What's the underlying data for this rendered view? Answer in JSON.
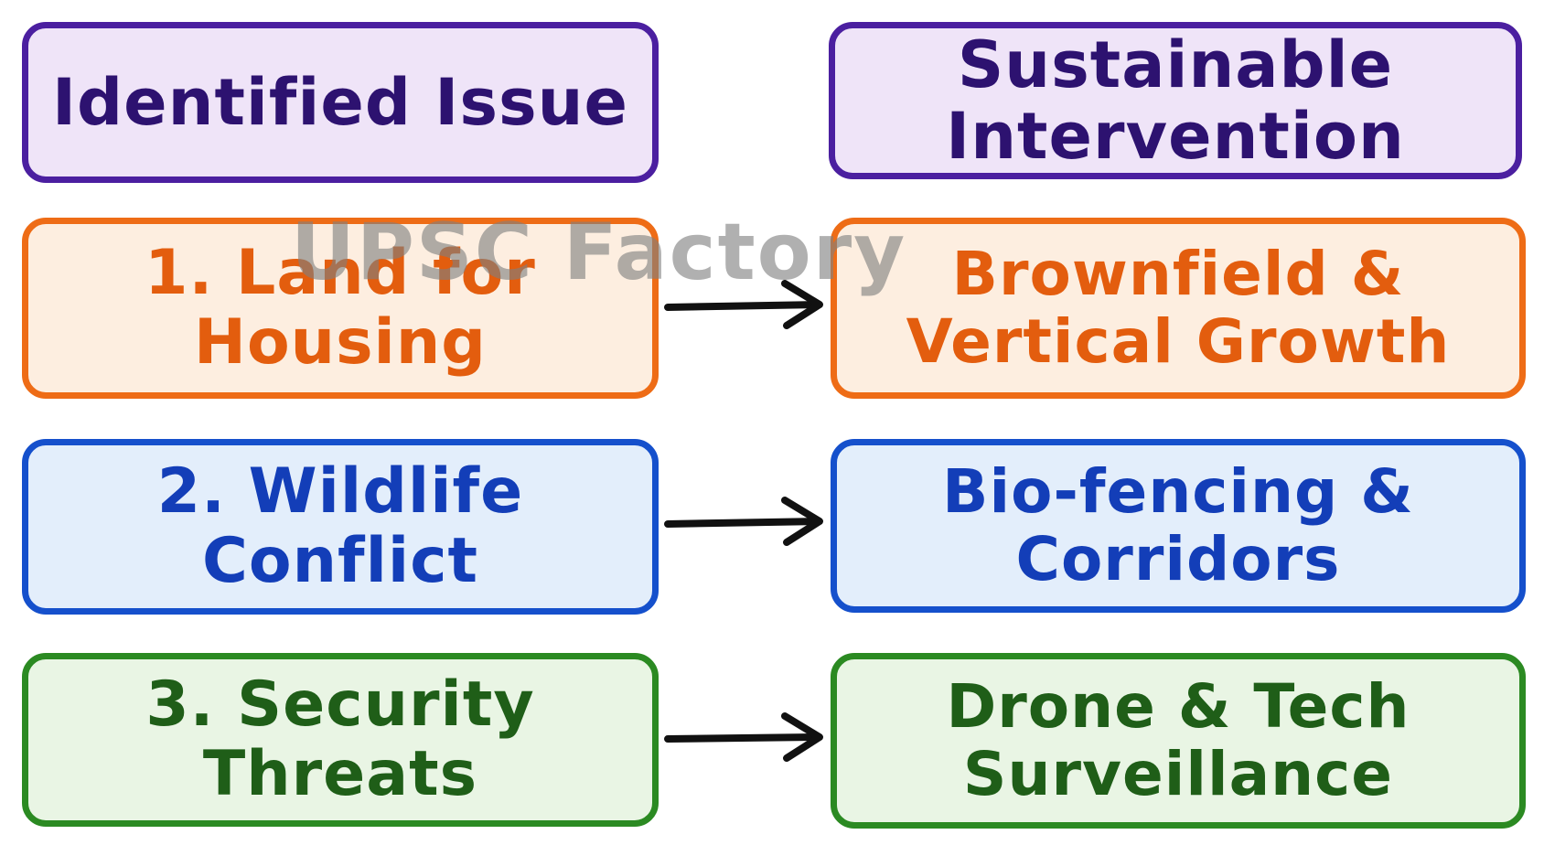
{
  "headers": {
    "left": "Identified Issue",
    "right": "Sustainable Intervention"
  },
  "rows": [
    {
      "issue": "1. Land for Housing",
      "intervention_line1": "Brownfield &",
      "intervention_line2": "Vertical Growth",
      "color": "#ee6c16"
    },
    {
      "issue": "2. Wildlife Conflict",
      "intervention_line1": "Bio-fencing &",
      "intervention_line2": "Corridors",
      "color": "#1550cc"
    },
    {
      "issue": "3. Security Threats",
      "intervention_line1": "Drone & Tech",
      "intervention_line2": "Surveillance",
      "color": "#2b8a22"
    }
  ],
  "header_color": "#4b1fa0",
  "arrow_color": "#111111",
  "watermark": "UPSC Factory"
}
